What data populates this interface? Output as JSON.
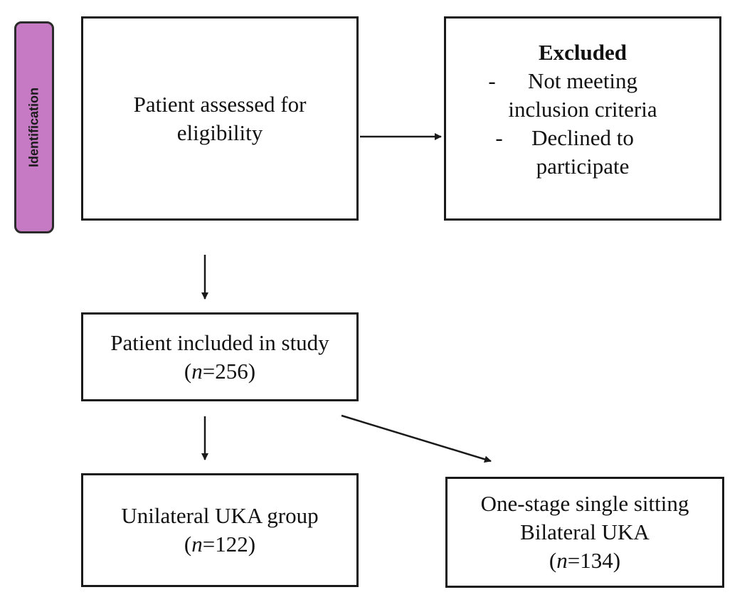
{
  "phase": {
    "label": "Identification",
    "fill": "#c77ac4"
  },
  "boxes": {
    "assessed": {
      "line1": "Patient assessed for",
      "line2": "eligibility"
    },
    "excluded": {
      "title": "Excluded",
      "items": [
        {
          "dash": "-",
          "line1": "Not meeting",
          "line2": "inclusion criteria"
        },
        {
          "dash": "-",
          "line1": "Declined to",
          "line2": "participate"
        }
      ]
    },
    "included": {
      "line1": "Patient included in study",
      "n_prefix": "(",
      "n_symbol": "n",
      "n_value": "=256)"
    },
    "unilateral": {
      "line1": "Unilateral UKA group",
      "n_prefix": "(",
      "n_symbol": "n",
      "n_value": "=122)"
    },
    "bilateral": {
      "line1": "One-stage single sitting",
      "line2": "Bilateral UKA",
      "n_prefix": "(",
      "n_symbol": "n",
      "n_value": "=134)"
    }
  }
}
